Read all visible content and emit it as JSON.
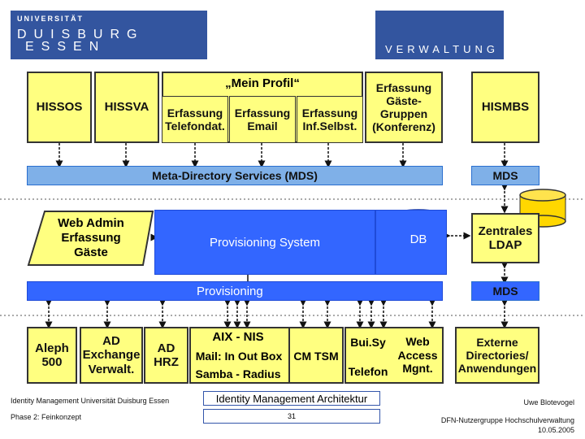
{
  "header": {
    "uni_line1": "UNIVERSITÄT",
    "uni_line2": "DUISBURG",
    "uni_line3": "ESSEN",
    "section": "VERWALTUNG"
  },
  "top_row": {
    "hissos": "HISSOS",
    "hissva": "HISSVA",
    "mein_profil": "„Mein Profil“",
    "erfassung_telefon": "Erfassung\nTelefondat.",
    "erfassung_email": "Erfassung\nEmail",
    "erfassung_infselbst": "Erfassung\nInf.Selbst.",
    "erfassung_gaeste": "Erfassung\nGäste-\nGruppen\n(Konferenz)",
    "hismbs": "HISMBS"
  },
  "mds_bar": {
    "label": "Meta-Directory Services (MDS)",
    "right": "MDS"
  },
  "middle_row": {
    "web_admin": "Web Admin\nErfassung\nGäste",
    "provisioning_system": "Provisioning System",
    "db": "DB",
    "zentrales_ldap": "Zentrales\nLDAP"
  },
  "provisioning_bar": {
    "label": "Provisioning",
    "right": "MDS"
  },
  "bottom_row": {
    "aleph": "Aleph\n500",
    "ad_exchange": "AD\nExchange\nVerwalt.",
    "ad_hrz": "AD\nHRZ",
    "aix_nis": "AIX - NIS",
    "mail": "Mail: In Out Box",
    "samba": "Samba - Radius",
    "cm_tsm": "CM TSM",
    "bui_sy": "Bui.Sy",
    "telefon": "Telefon",
    "web_access": "Web\nAccess\nMgnt.",
    "externe": "Externe\nDirectories/\nAnwendungen"
  },
  "footer": {
    "left1": "Identity Management Universität Duisburg Essen",
    "left2": "Phase 2: Feinkonzept",
    "center_title": "Identity Management Architektur",
    "page_number": "31",
    "right1": "Uwe Blotevogel",
    "right2": "DFN-Nutzergruppe Hochschulverwaltung",
    "right3": "10.05.2005"
  },
  "colors": {
    "brand_blue": "#33559f",
    "box_yellow": "#ffff80",
    "bar_light_blue": "#7fb0e8",
    "provisioning_blue": "#3366ff"
  }
}
